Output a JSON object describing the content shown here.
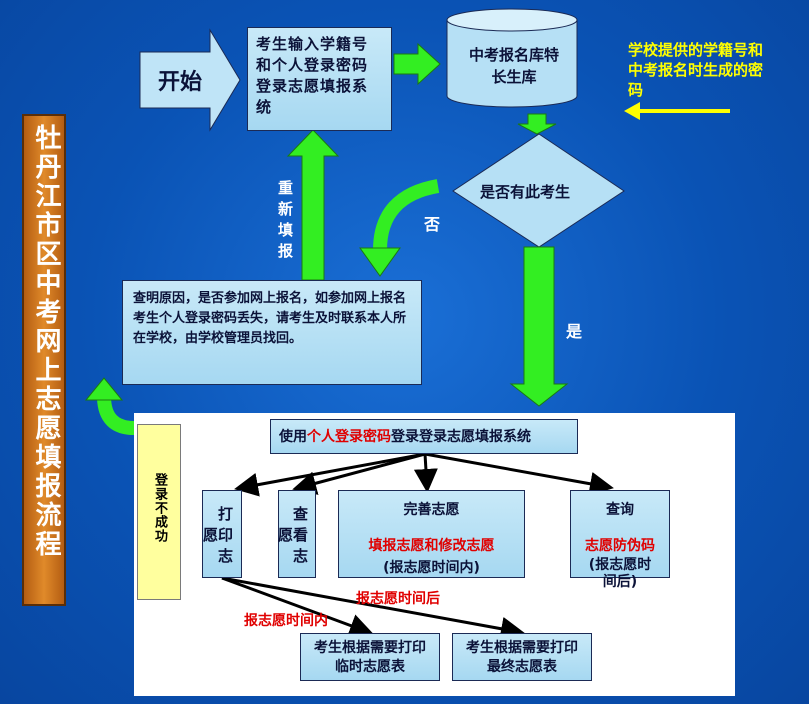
{
  "title": "牡丹江市区中考网上志愿填报流程",
  "start": "开始",
  "step_login": "考生输入学籍号和个人登录密码登录志愿填报系统",
  "database": "中考报名库特长生库",
  "school_note": "学校提供的学籍号和中考报名时生成的密码",
  "decision": "是否有此考生",
  "no_label": "否",
  "yes_label": "是",
  "retry_label": "重新填报",
  "reason_note": "查明原因，是否参加网上报名，如参加网上报名考生个人登录密码丢失，请考生及时联系本人所在学校，由学校管理员找回。",
  "login_failed": "登录不成功",
  "system_bar": {
    "prefix": "使用",
    "highlight": "个人登录密码",
    "suffix": "登录登录志愿填报系统"
  },
  "actions": {
    "print": "打印志愿",
    "view": "查看志愿",
    "complete": {
      "title": "完善志愿",
      "sub_red": "填报志愿和修改志愿",
      "sub": "(报志愿时间内)"
    },
    "query": {
      "title": "查询",
      "sub_red": "志愿防伪码",
      "sub": "(报志愿时间后)"
    }
  },
  "during_label": "报志愿时间内",
  "after_label": "报志愿时间后",
  "print_temp": "考生根据需要打印临时志愿表",
  "print_final": "考生根据需要打印最终志愿表",
  "colors": {
    "background": "#0a53b5",
    "arrow_green": "#33ee22",
    "box_fill": "#b6e0f5",
    "title_orange": "#d77a1a",
    "note_yellow": "#ffff00",
    "note_red": "#e00000"
  }
}
